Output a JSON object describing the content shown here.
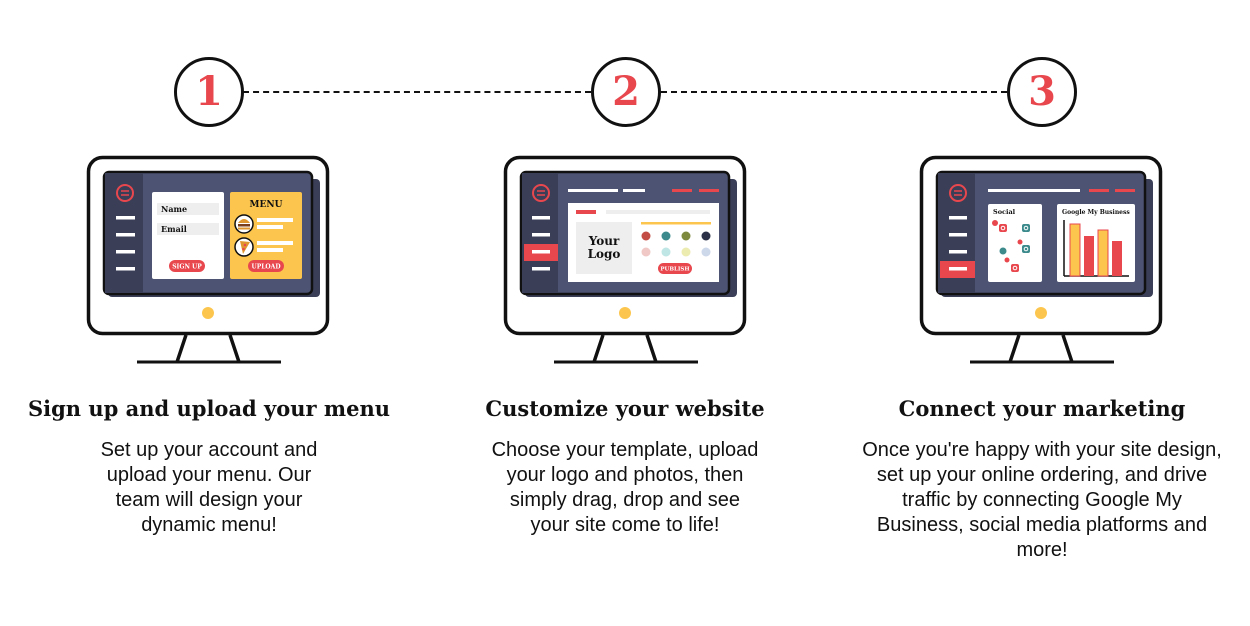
{
  "steps": [
    {
      "number": "1",
      "title": "Sign up and upload your menu",
      "description": "Set up your account and upload your menu. Our team will design your dynamic menu!",
      "screen": {
        "name_label": "Name",
        "email_label": "Email",
        "signup_button": "SIGN UP",
        "menu_title": "MENU",
        "upload_button": "UPLOAD"
      }
    },
    {
      "number": "2",
      "title": "Customize your website",
      "description": "Choose your template, upload your logo and photos, then simply drag, drop and see your site come to life!",
      "screen": {
        "logo_line1": "Your",
        "logo_line2": "Logo",
        "publish_button": "PUBLISH"
      }
    },
    {
      "number": "3",
      "title": "Connect your marketing",
      "description": "Once you're happy with your site design, set up your online ordering, and drive traffic by connecting Google My Business, social media platforms and more!",
      "screen": {
        "social_title": "Social",
        "gmb_title": "Google My Business"
      }
    }
  ],
  "colors": {
    "accent_red": "#e8474e",
    "screen_navy": "#4d5372",
    "sidebar_dark": "#3a3f57",
    "yellow": "#fcc64e",
    "ink": "#111111"
  },
  "icons": [
    "chat-bubble-icon",
    "burger-icon",
    "pizza-icon",
    "instagram-icon",
    "twitter-icon",
    "heart-icon"
  ]
}
